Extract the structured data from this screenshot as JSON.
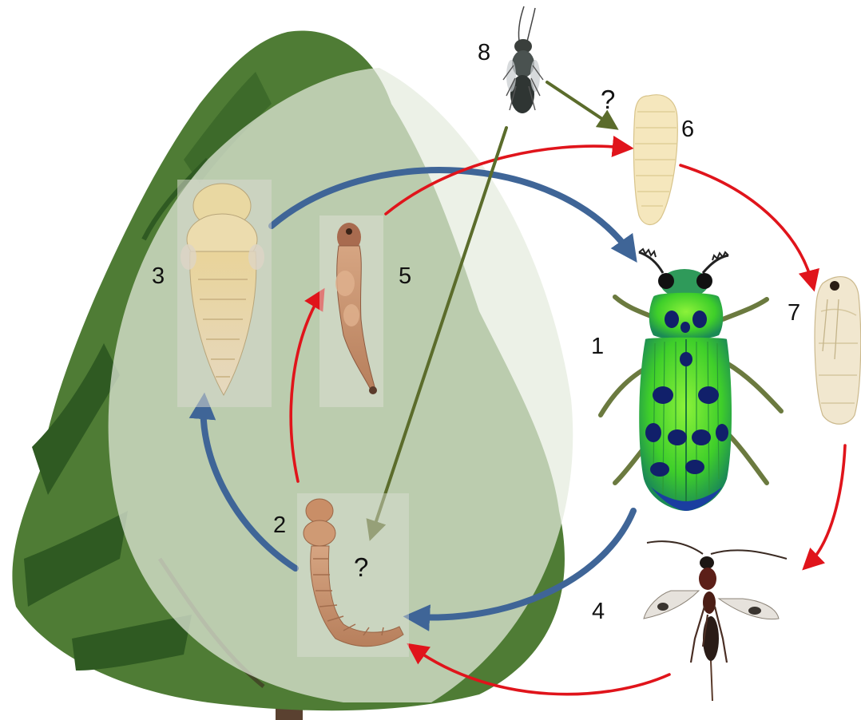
{
  "diagram": {
    "stage_labels": {
      "n1": "1",
      "n2": "2",
      "n3": "3",
      "n4": "4",
      "n5": "5",
      "n6": "6",
      "n7": "7",
      "n8": "8"
    },
    "unknown_marks": {
      "q_upper": "?",
      "q_lower": "?"
    }
  },
  "colors": {
    "host_cycle_arrow": "#3f6597",
    "parasitoid_cycle_arrow": "#e0141b",
    "hyperparasitoid_arrow": "#5b6c2b",
    "tree_foliage": "#4f7c35",
    "tree_foliage_dark": "#2f5a22",
    "tree_trunk": "#5a4130",
    "overlay": "#dfe6d9",
    "beetle_green": "#3fcf2a",
    "beetle_spots": "#11206a",
    "larva_tan": "#c7916b",
    "pupa_cream": "#e6d6ad",
    "maggot_cream": "#f3e6bd"
  },
  "icons": {
    "tree": "cypress-tree-icon",
    "adult_beetle": "jewel-beetle-icon",
    "beetle_larva": "beetle-larva-icon",
    "beetle_pupa": "beetle-pupa-icon",
    "parasitoid_wasp": "parasitoid-wasp-icon",
    "parasitoid_larva_in_host": "parasitized-larva-icon",
    "parasitoid_larva": "parasitoid-larva-icon",
    "parasitoid_pupa": "parasitoid-pupa-icon",
    "hyperparasitoid": "hyperparasitoid-wasp-icon"
  }
}
